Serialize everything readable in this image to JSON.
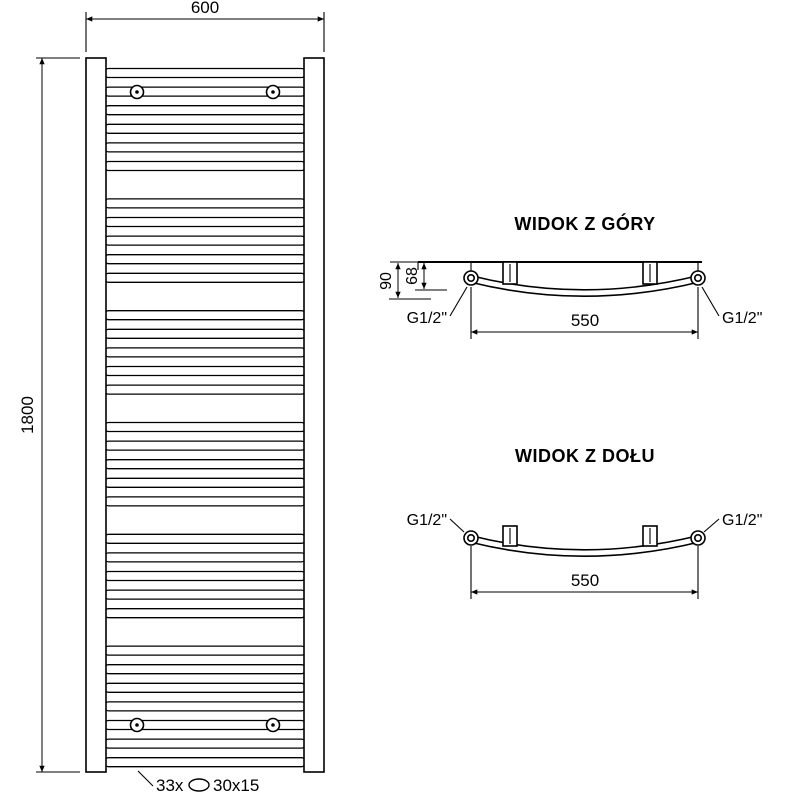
{
  "colors": {
    "ink": "#000000",
    "background": "#ffffff"
  },
  "front_view": {
    "width_dim": "600",
    "height_dim": "1800",
    "rung_count": "33x",
    "rung_profile": "30x15"
  },
  "top_view": {
    "title": "WIDOK Z GÓRY",
    "dim_depth": "90",
    "dim_center": "68",
    "dim_span": "550",
    "fitting_left": "G1/2\"",
    "fitting_right": "G1/2\""
  },
  "bottom_view": {
    "title": "WIDOK Z DOŁU",
    "dim_span": "550",
    "fitting_left": "G1/2\"",
    "fitting_right": "G1/2\""
  }
}
